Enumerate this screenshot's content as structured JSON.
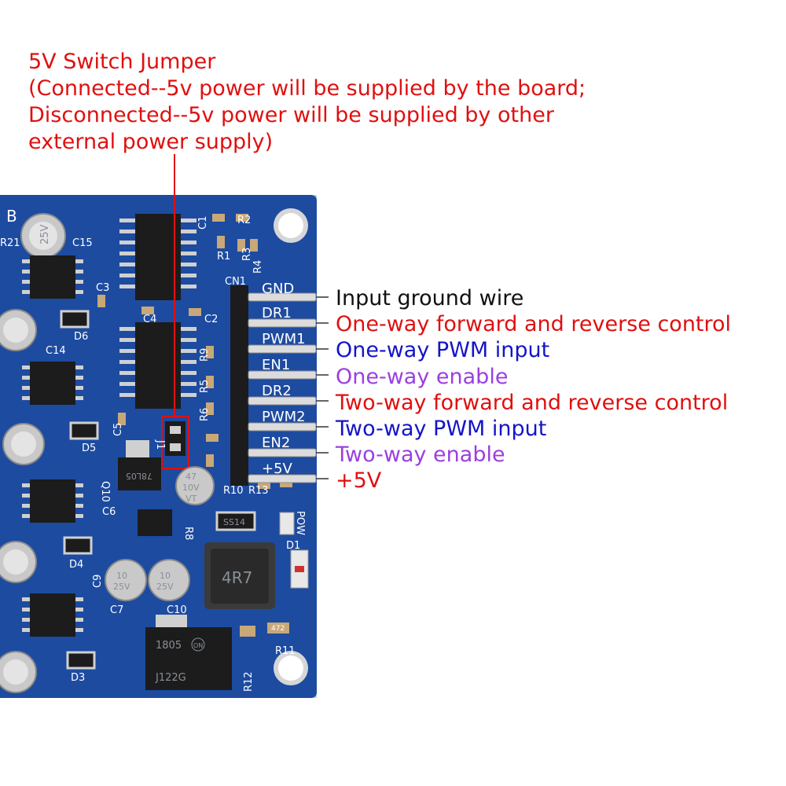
{
  "colors": {
    "pcb": "#1f4fa8",
    "pcb_dark": "#173e88",
    "red_note": "#e01010",
    "blue_note": "#1414c8",
    "violet_note": "#9b3fe0",
    "black_note": "#111111"
  },
  "jumper_note": {
    "line1": "5V Switch Jumper",
    "line2": "(Connected--5v power will be supplied by the board;",
    "line3": "Disconnected--5v power will be supplied by other",
    "line4": "external power supply)"
  },
  "pins": [
    {
      "label": "GND",
      "description": "Input ground wire",
      "color": "#111111"
    },
    {
      "label": "DR1",
      "description": "One-way forward and reverse control",
      "color": "#e01010"
    },
    {
      "label": "PWM1",
      "description": "One-way PWM input",
      "color": "#1414c8"
    },
    {
      "label": "EN1",
      "description": "One-way enable",
      "color": "#9b3fe0"
    },
    {
      "label": "DR2",
      "description": "Two-way forward and reverse control",
      "color": "#e01010"
    },
    {
      "label": "PWM2",
      "description": "Two-way PWM input",
      "color": "#1414c8"
    },
    {
      "label": "EN2",
      "description": "Two-way enable",
      "color": "#9b3fe0"
    },
    {
      "label": "+5V",
      "description": "+5V",
      "color": "#e01010"
    }
  ],
  "board_labels": {
    "header_ref": "CN1",
    "caps": [
      "C15",
      "C14",
      "C3",
      "C4",
      "C2",
      "C5",
      "C6",
      "C7",
      "C9",
      "C10",
      "C1"
    ],
    "resistors": [
      "R21",
      "R1",
      "R2",
      "R3",
      "R4",
      "R5",
      "R6",
      "R8",
      "R9",
      "R10",
      "R11",
      "R12",
      "R13"
    ],
    "diodes": [
      "D6",
      "D5",
      "D4",
      "D3",
      "D1"
    ],
    "regulator": "78L05",
    "regulator_ref": "Q10",
    "jumper_ref": "J1",
    "schottky": "SS14",
    "inductor": "4R7",
    "led_ref": "POW",
    "mosfet_line1": "1805",
    "mosfet_line2": "J122G",
    "mosfet_logo": "ON",
    "cap_value_small": "47",
    "cap_voltage_small": "10V",
    "cap_series": "VT",
    "cap_value_large": "10",
    "cap_voltage_large": "25V",
    "resistor_code": "472",
    "corner_letter": "B"
  }
}
